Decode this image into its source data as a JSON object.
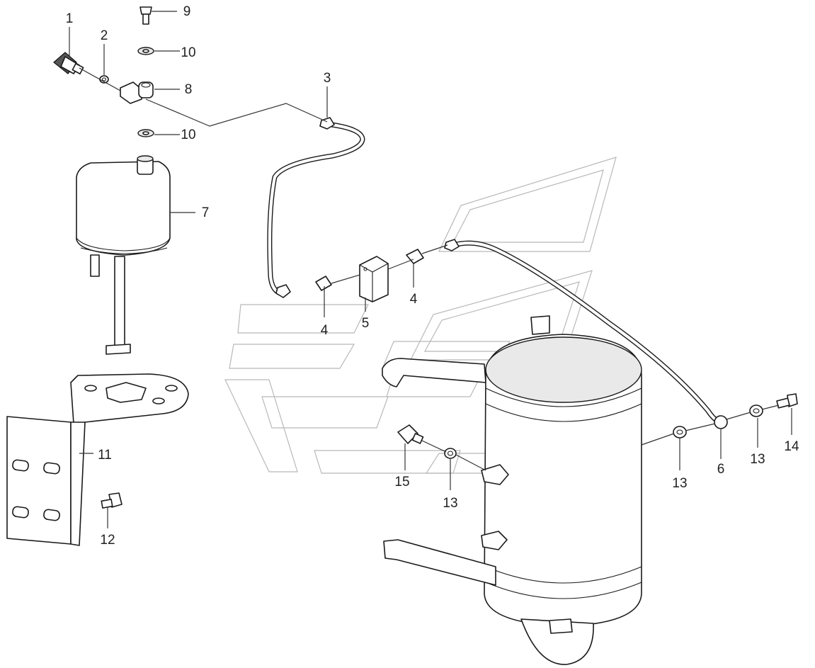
{
  "callouts": [
    {
      "id": "c1",
      "text": "1"
    },
    {
      "id": "c2",
      "text": "2"
    },
    {
      "id": "c3",
      "text": "3"
    },
    {
      "id": "c4a",
      "text": "4"
    },
    {
      "id": "c4b",
      "text": "4"
    },
    {
      "id": "c5",
      "text": "5"
    },
    {
      "id": "c6",
      "text": "6"
    },
    {
      "id": "c7",
      "text": "7"
    },
    {
      "id": "c8",
      "text": "8"
    },
    {
      "id": "c9",
      "text": "9"
    },
    {
      "id": "c10a",
      "text": "10"
    },
    {
      "id": "c10b",
      "text": "10"
    },
    {
      "id": "c11",
      "text": "11"
    },
    {
      "id": "c12",
      "text": "12"
    },
    {
      "id": "c13a",
      "text": "13"
    },
    {
      "id": "c13b",
      "text": "13"
    },
    {
      "id": "c13c",
      "text": "13"
    },
    {
      "id": "c14",
      "text": "14"
    },
    {
      "id": "c15",
      "text": "15"
    }
  ]
}
